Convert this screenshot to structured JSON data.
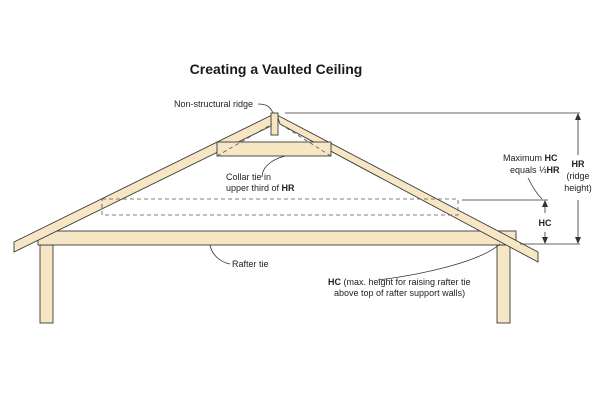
{
  "title": "Creating a Vaulted Ceiling",
  "labels": {
    "ridge": "Non-structural ridge",
    "collar_line1": "Collar tie in",
    "collar_line2_prefix": "upper third of ",
    "collar_line2_bold": "HR",
    "max_line1_prefix": "Maximum ",
    "max_line1_bold": "HC",
    "max_line2_prefix": "equals ⅓",
    "max_line2_bold": "HR",
    "hr_bold": "HR",
    "hr_paren1": "(ridge",
    "hr_paren2": "height)",
    "hc_bold": "HC",
    "rafter_tie": "Rafter tie",
    "hc_note_bold": "HC",
    "hc_note_line1": " (max. height for raising rafter tie",
    "hc_note_line2": "above top of rafter support walls)"
  },
  "colors": {
    "wood": "#f6e6c4",
    "outline": "#3a3a3a",
    "text": "#222222"
  }
}
